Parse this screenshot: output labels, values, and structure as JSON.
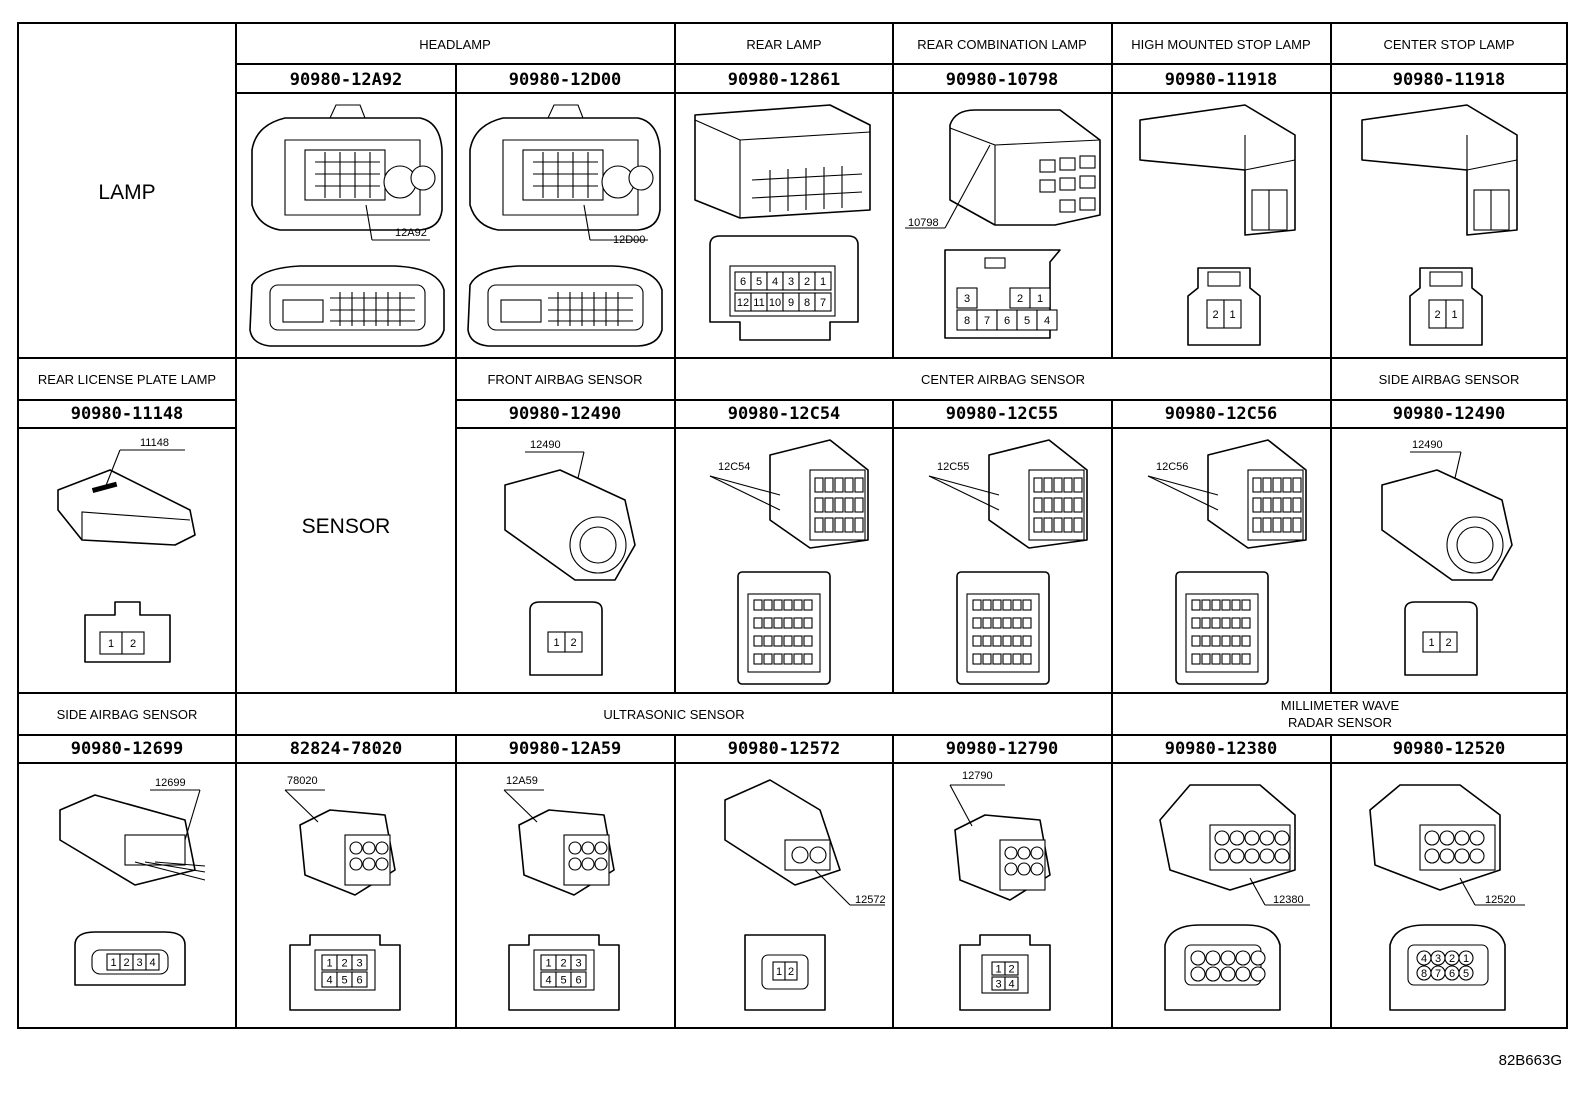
{
  "rows": [
    {
      "left_label": "LAMP",
      "groups": [
        {
          "title": "HEADLAMP"
        },
        {
          "title": "REAR LAMP"
        },
        {
          "title": "REAR COMBINATION LAMP"
        },
        {
          "title": "HIGH MOUNTED STOP LAMP"
        },
        {
          "title": "CENTER STOP LAMP"
        }
      ],
      "parts": [
        {
          "pn": "90980-12A92",
          "tag": "12A92"
        },
        {
          "pn": "90980-12D00",
          "tag": "12D00"
        },
        {
          "pn": "90980-12861",
          "tag": "",
          "pins_top": [
            "6",
            "5",
            "4",
            "3",
            "2",
            "1"
          ],
          "pins_bot": [
            "12",
            "11",
            "10",
            "9",
            "8",
            "7"
          ]
        },
        {
          "pn": "90980-10798",
          "tag": "10798",
          "pins_top": [
            "3",
            "2",
            "1"
          ],
          "pins_bot": [
            "8",
            "7",
            "6",
            "5",
            "4"
          ]
        },
        {
          "pn": "90980-11918",
          "tag": "",
          "pins": [
            "2",
            "1"
          ]
        },
        {
          "pn": "90980-11918",
          "tag": "",
          "pins": [
            "2",
            "1"
          ]
        }
      ]
    },
    {
      "left_label": "SENSOR",
      "groups": [
        {
          "title": "REAR LICENSE PLATE LAMP"
        },
        {
          "title": "FRONT AIRBAG SENSOR"
        },
        {
          "title": "CENTER AIRBAG SENSOR"
        },
        {
          "title": "SIDE AIRBAG SENSOR"
        }
      ],
      "parts": [
        {
          "pn": "90980-11148",
          "tag": "11148",
          "pins": [
            "1",
            "2"
          ]
        },
        {
          "pn": "90980-12490",
          "tag": "12490",
          "pins": [
            "1",
            "2"
          ]
        },
        {
          "pn": "90980-12C54",
          "tag": "12C54"
        },
        {
          "pn": "90980-12C55",
          "tag": "12C55"
        },
        {
          "pn": "90980-12C56",
          "tag": "12C56"
        },
        {
          "pn": "90980-12490",
          "tag": "12490",
          "pins": [
            "1",
            "2"
          ]
        }
      ]
    },
    {
      "groups": [
        {
          "title": "SIDE AIRBAG SENSOR"
        },
        {
          "title": "ULTRASONIC SENSOR"
        },
        {
          "title_line1": "MILLIMETER WAVE",
          "title_line2": "RADAR SENSOR"
        }
      ],
      "parts": [
        {
          "pn": "90980-12699",
          "tag": "12699",
          "pins": [
            "1",
            "2",
            "3",
            "4"
          ]
        },
        {
          "pn": "82824-78020",
          "tag": "78020",
          "pins_top": [
            "1",
            "2",
            "3"
          ],
          "pins_bot": [
            "4",
            "5",
            "6"
          ]
        },
        {
          "pn": "90980-12A59",
          "tag": "12A59",
          "pins_top": [
            "1",
            "2",
            "3"
          ],
          "pins_bot": [
            "4",
            "5",
            "6"
          ]
        },
        {
          "pn": "90980-12572",
          "tag": "12572",
          "pins": [
            "1",
            "2"
          ]
        },
        {
          "pn": "90980-12790",
          "tag": "12790",
          "pins_top": [
            "1",
            "2"
          ],
          "pins_bot": [
            "3",
            "4"
          ]
        },
        {
          "pn": "90980-12380",
          "tag": "12380"
        },
        {
          "pn": "90980-12520",
          "tag": "12520",
          "pins_top": [
            "4",
            "3",
            "2",
            "1"
          ],
          "pins_bot": [
            "8",
            "7",
            "6",
            "5"
          ]
        }
      ]
    }
  ],
  "drawing_code": "82B663G"
}
